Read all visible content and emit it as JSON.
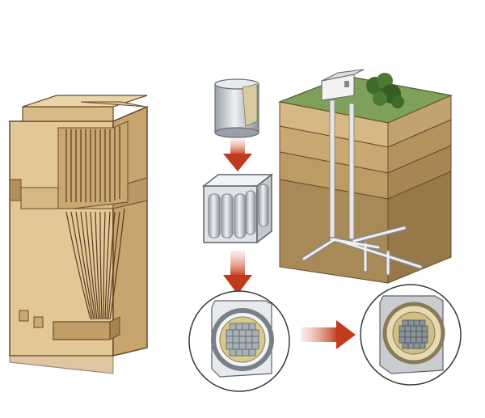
{
  "figure": {
    "palette": {
      "background": "#ffffff",
      "block_light": "#e2c896",
      "block_mid": "#d1b07a",
      "block_dark": "#b48f58",
      "outline": "#6a4a2a",
      "rod": "#5a3a22",
      "grass": "#7fa05a",
      "tree": "#3f6a2a",
      "canister": "#c8ccd2",
      "arrow": "#c23a1c",
      "tunnel": "#d8dbe0",
      "waste_grid": "#a8b0b8",
      "bentonite": "#e6dbb0"
    },
    "elements": [
      {
        "name": "reactor-building",
        "icon": "reactor-block-icon"
      },
      {
        "name": "spent-fuel-canister",
        "icon": "cylinder-canister-icon"
      },
      {
        "name": "canister-packaging",
        "icon": "packed-canisters-icon"
      },
      {
        "name": "waste-package-cross-section",
        "icon": "cross-section-icon"
      },
      {
        "name": "geological-repository",
        "icon": "underground-repository-icon"
      },
      {
        "name": "sealed-tunnel-cross-section",
        "icon": "sealed-cross-section-icon"
      }
    ]
  }
}
